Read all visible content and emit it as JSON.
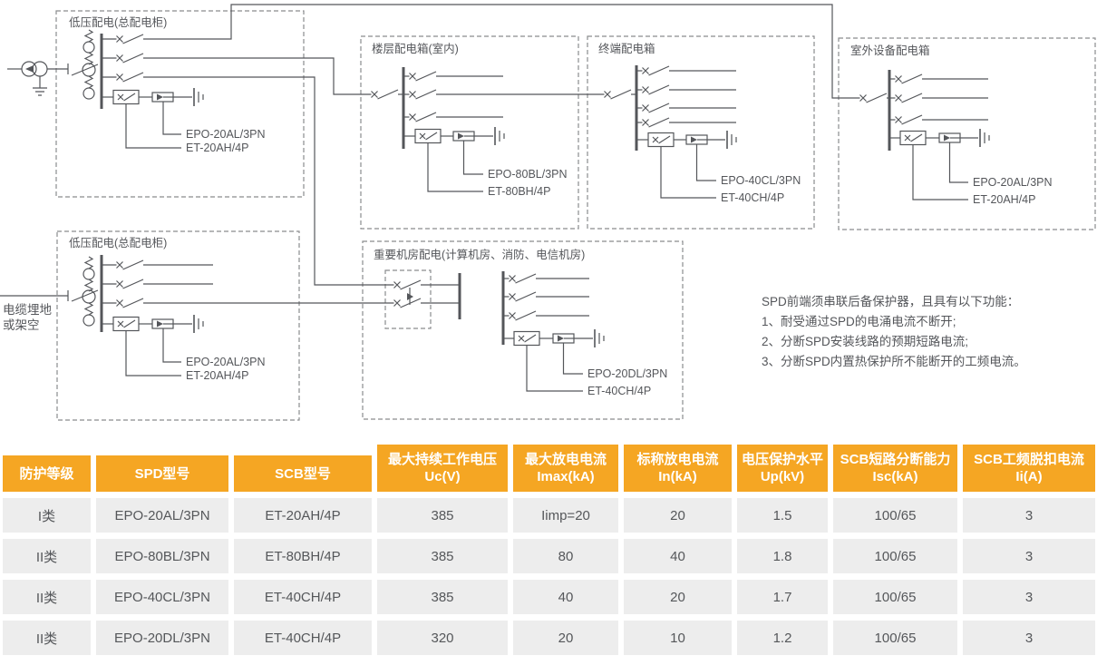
{
  "diagram": {
    "boxes": {
      "lv_top": {
        "title": "低压配电(总配电柜)",
        "spd": "EPO-20AL/3PN",
        "scb": "ET-20AH/4P"
      },
      "floor": {
        "title": "楼层配电箱(室内)",
        "spd": "EPO-80BL/3PN",
        "scb": "ET-80BH/4P"
      },
      "terminal": {
        "title": "终端配电箱",
        "spd": "EPO-40CL/3PN",
        "scb": "ET-40CH/4P"
      },
      "outdoor": {
        "title": "室外设备配电箱",
        "spd": "EPO-20AL/3PN",
        "scb": "ET-20AH/4P"
      },
      "lv_bottom": {
        "title": "低压配电(总配电柜)",
        "spd": "EPO-20AL/3PN",
        "scb": "ET-20AH/4P"
      },
      "critical": {
        "title": "重要机房配电(计算机房、消防、电信机房)",
        "spd": "EPO-20DL/3PN",
        "scb": "ET-40CH/4P"
      }
    },
    "feed": {
      "line1": "电缆埋地",
      "line2": "或架空"
    },
    "notes": {
      "intro": "SPD前端须串联后备保护器，且具有以下功能：",
      "item1": "1、耐受通过SPD的电涌电流不断开;",
      "item2": "2、分断SPD安装线路的预期短路电流;",
      "item3": "3、分断SPD内置热保护所不能断开的工频电流。"
    }
  },
  "table": {
    "headers": [
      {
        "l1": "防护等级",
        "l2": ""
      },
      {
        "l1": "SPD型号",
        "l2": ""
      },
      {
        "l1": "SCB型号",
        "l2": ""
      },
      {
        "l1": "最大持续工作电压",
        "l2": "Uc(V)"
      },
      {
        "l1": "最大放电电流",
        "l2": "Imax(kA)"
      },
      {
        "l1": "标称放电电流",
        "l2": "In(kA)"
      },
      {
        "l1": "电压保护水平",
        "l2": "Up(kV)"
      },
      {
        "l1": "SCB短路分断能力",
        "l2": "Isc(kA)"
      },
      {
        "l1": "SCB工频脱扣电流",
        "l2": "Ii(A)"
      }
    ],
    "rows": [
      [
        "I类",
        "EPO-20AL/3PN",
        "ET-20AH/4P",
        "385",
        "Iimp=20",
        "20",
        "1.5",
        "100/65",
        "3"
      ],
      [
        "II类",
        "EPO-80BL/3PN",
        "ET-80BH/4P",
        "385",
        "80",
        "40",
        "1.8",
        "100/65",
        "3"
      ],
      [
        "II类",
        "EPO-40CL/3PN",
        "ET-40CH/4P",
        "385",
        "40",
        "20",
        "1.7",
        "100/65",
        "3"
      ],
      [
        "II类",
        "EPO-20DL/3PN",
        "ET-40CH/4P",
        "320",
        "20",
        "10",
        "1.2",
        "100/65",
        "3"
      ]
    ]
  },
  "colors": {
    "header_yellow": "#F5A623",
    "row_gray": "#EDEDED",
    "line_gray": "#54565A"
  }
}
